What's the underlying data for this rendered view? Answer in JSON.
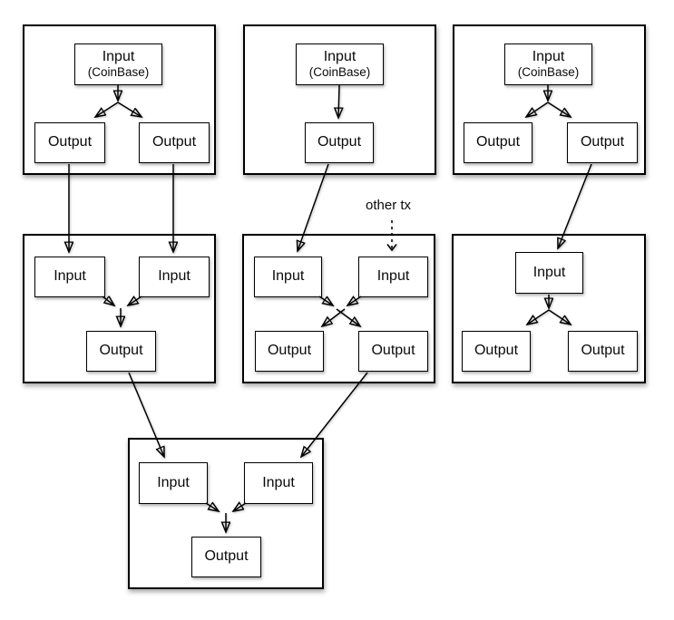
{
  "diagram": {
    "type": "transaction-flow-diagram",
    "colors": {
      "box_fill": "#ffffff",
      "box_border": "#000000",
      "line": "#000000",
      "text": "#0a0a0a"
    },
    "annotation": {
      "other_tx": "other tx"
    },
    "transactions": [
      {
        "name": "tx-top-left",
        "inputs": [
          {
            "label": "Input",
            "sublabel": "(CoinBase)"
          }
        ],
        "outputs": [
          {
            "label": "Output"
          },
          {
            "label": "Output"
          }
        ]
      },
      {
        "name": "tx-top-middle",
        "inputs": [
          {
            "label": "Input",
            "sublabel": "(CoinBase)"
          }
        ],
        "outputs": [
          {
            "label": "Output"
          }
        ]
      },
      {
        "name": "tx-top-right",
        "inputs": [
          {
            "label": "Input",
            "sublabel": "(CoinBase)"
          }
        ],
        "outputs": [
          {
            "label": "Output"
          },
          {
            "label": "Output"
          }
        ]
      },
      {
        "name": "tx-mid-left",
        "inputs": [
          {
            "label": "Input"
          },
          {
            "label": "Input"
          }
        ],
        "outputs": [
          {
            "label": "Output"
          }
        ]
      },
      {
        "name": "tx-mid-middle",
        "inputs": [
          {
            "label": "Input"
          },
          {
            "label": "Input"
          }
        ],
        "outputs": [
          {
            "label": "Output"
          },
          {
            "label": "Output"
          }
        ]
      },
      {
        "name": "tx-mid-right",
        "inputs": [
          {
            "label": "Input"
          }
        ],
        "outputs": [
          {
            "label": "Output"
          },
          {
            "label": "Output"
          }
        ]
      },
      {
        "name": "tx-bottom",
        "inputs": [
          {
            "label": "Input"
          },
          {
            "label": "Input"
          }
        ],
        "outputs": [
          {
            "label": "Output"
          }
        ]
      }
    ],
    "edges": [
      {
        "from": "tx-top-left.output-1",
        "to": "tx-mid-left.input-1",
        "style": "solid"
      },
      {
        "from": "tx-top-left.output-2",
        "to": "tx-mid-left.input-2",
        "style": "solid"
      },
      {
        "from": "tx-top-middle.output-1",
        "to": "tx-mid-middle.input-1",
        "style": "solid"
      },
      {
        "from": "other-tx",
        "to": "tx-mid-middle.input-2",
        "style": "dashed"
      },
      {
        "from": "tx-top-right.output-2",
        "to": "tx-mid-right.input-1",
        "style": "solid"
      },
      {
        "from": "tx-mid-left.output-1",
        "to": "tx-bottom.input-1",
        "style": "solid"
      },
      {
        "from": "tx-mid-middle.output-2",
        "to": "tx-bottom.input-2",
        "style": "solid"
      }
    ]
  }
}
